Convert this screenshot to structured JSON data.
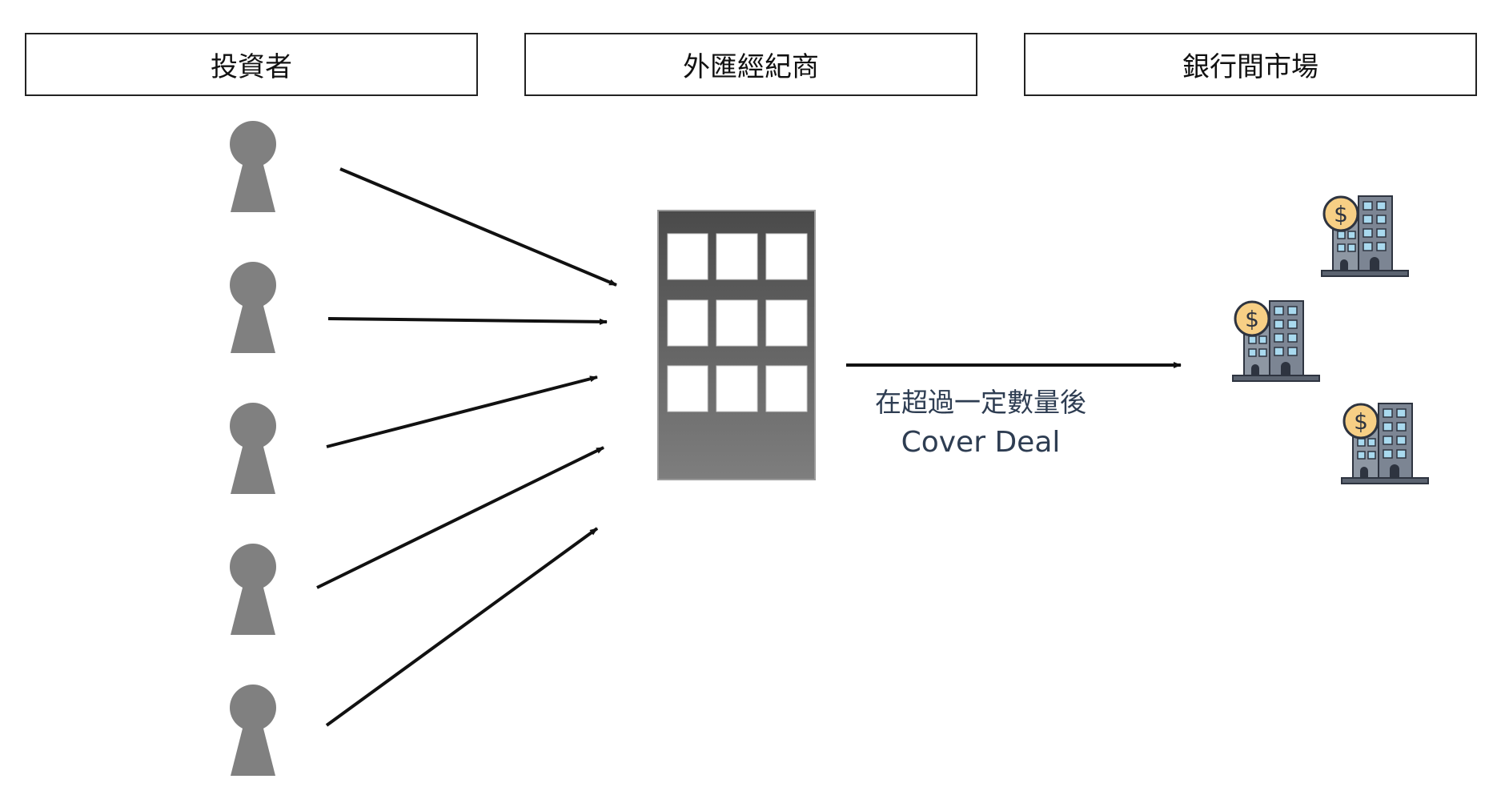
{
  "columns": {
    "investor": "投資者",
    "broker": "外匯經紀商",
    "interbank": "銀行間市場"
  },
  "cover_label": {
    "line1": "在超過一定數量後",
    "line2": "Cover Deal"
  },
  "icons": {
    "investor": "person-icon",
    "broker": "office-building-icon",
    "bank": "bank-building-dollar-icon"
  },
  "colors": {
    "person": "#808080",
    "arrow": "#111111",
    "label_text": "#2e3d52",
    "coin": "#f7cf85",
    "bank_building": "#7c8593",
    "bank_window": "#a9d9ee"
  }
}
